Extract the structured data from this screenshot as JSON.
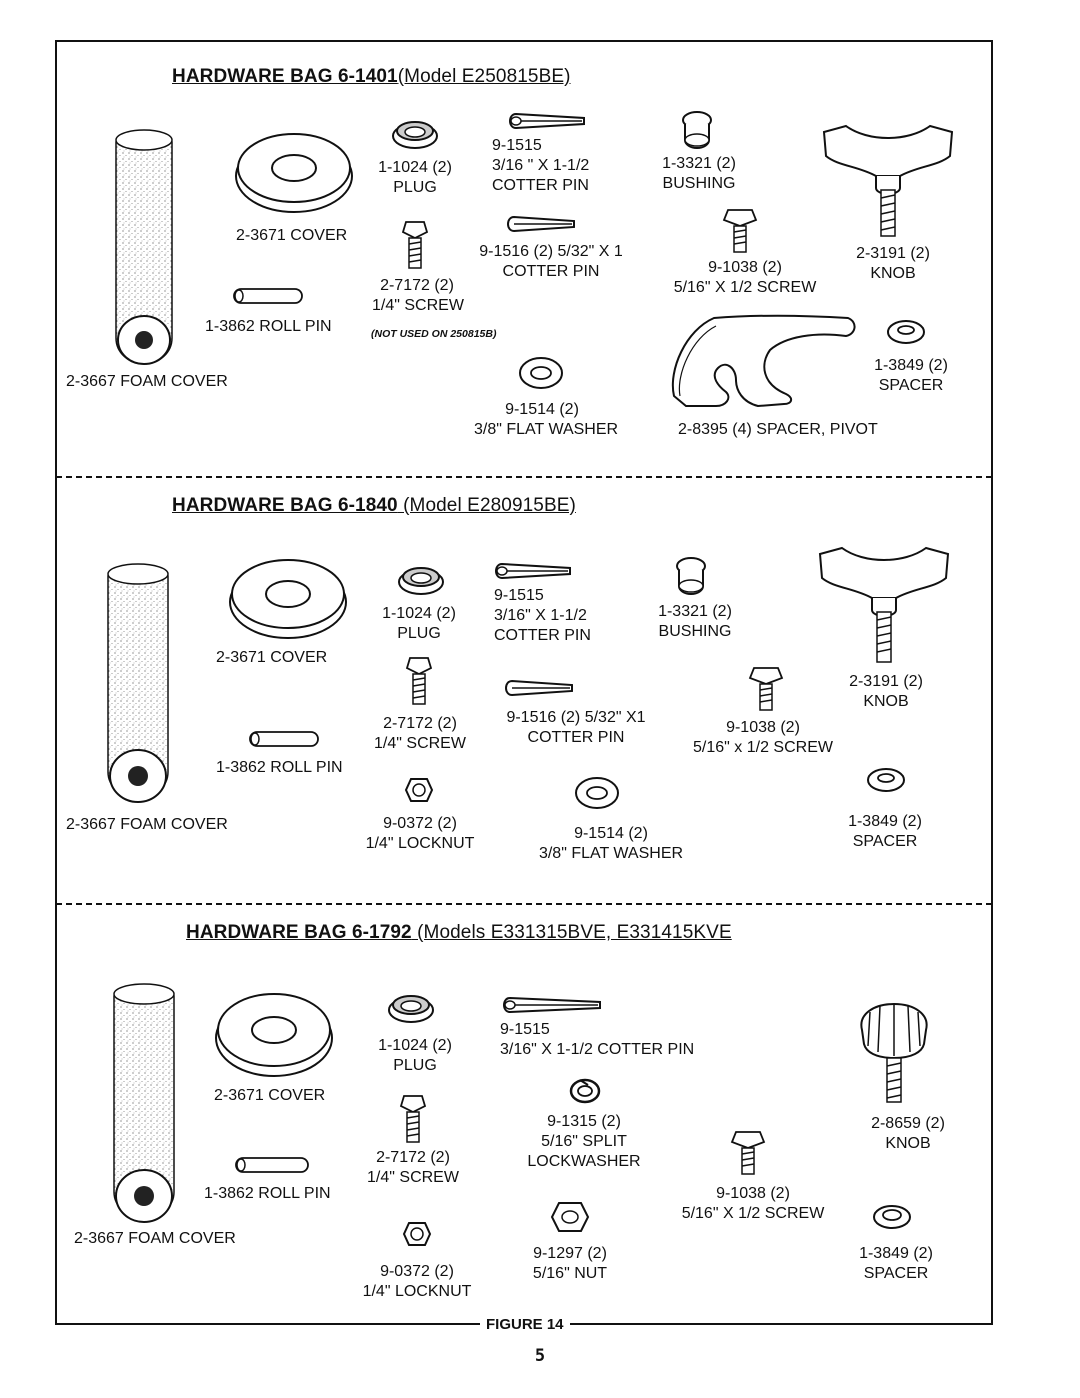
{
  "bag1": {
    "title_part": "HARDWARE BAG 6-1401",
    "model": "(Model E250815BE)",
    "labels": {
      "foam_cover": "2-3667 FOAM COVER",
      "cover": "2-3671 COVER",
      "roll_pin": "1-3862 ROLL PIN",
      "plug_num": "1-1024 (2)",
      "plug_name": "PLUG",
      "screw_num": "2-7172 (2)",
      "screw_name": "1/4\" SCREW",
      "not_used": "(NOT USED ON 250815B)",
      "cotter1_num": "9-1515",
      "cotter1_size": "3/16 \" X 1-1/2",
      "cotter1_name": "COTTER PIN",
      "cotter2_line": "9-1516 (2) 5/32\" X 1",
      "cotter2_name": "COTTER PIN",
      "washer_num": "9-1514 (2)",
      "washer_name": "3/8\" FLAT WASHER",
      "bushing_num": "1-3321 (2)",
      "bushing_name": "BUSHING",
      "hexscrew_num": "9-1038 (2)",
      "hexscrew_name": "5/16\" X 1/2 SCREW",
      "knob_num": "2-3191 (2)",
      "knob_name": "KNOB",
      "spacer_num": "1-3849 (2)",
      "spacer_name": "SPACER",
      "pivot": "2-8395 (4)  SPACER, PIVOT"
    }
  },
  "bag2": {
    "title_part": "HARDWARE BAG 6-1840",
    "model": " (Model E280915BE)",
    "labels": {
      "foam_cover": "2-3667 FOAM COVER",
      "cover": "2-3671 COVER",
      "roll_pin": "1-3862 ROLL PIN",
      "plug_num": "1-1024 (2)",
      "plug_name": "PLUG",
      "screw_num": "2-7172 (2)",
      "screw_name": "1/4\" SCREW",
      "locknut_num": "9-0372 (2)",
      "locknut_name": "1/4\" LOCKNUT",
      "cotter1_num": "9-1515",
      "cotter1_size": "3/16\" X 1-1/2",
      "cotter1_name": "COTTER PIN",
      "cotter2_line": "9-1516 (2) 5/32\" X1",
      "cotter2_name": "COTTER PIN",
      "washer_num": "9-1514 (2)",
      "washer_name": "3/8\" FLAT WASHER",
      "bushing_num": "1-3321 (2)",
      "bushing_name": "BUSHING",
      "hexscrew_num": "9-1038 (2)",
      "hexscrew_name": "5/16\" x 1/2 SCREW",
      "knob_num": "2-3191 (2)",
      "knob_name": "KNOB",
      "spacer_num": "1-3849 (2)",
      "spacer_name": "SPACER"
    }
  },
  "bag3": {
    "title_part": "HARDWARE BAG 6-1792",
    "model": " (Models E331315BVE, E331415KVE",
    "labels": {
      "foam_cover": "2-3667 FOAM COVER",
      "cover": "2-3671 COVER",
      "roll_pin": "1-3862 ROLL PIN",
      "plug_num": "1-1024 (2)",
      "plug_name": "PLUG",
      "screw_num": "2-7172 (2)",
      "screw_name": "1/4\" SCREW",
      "locknut_num": "9-0372 (2)",
      "locknut_name": "1/4\" LOCKNUT",
      "cotter1_num": "9-1515",
      "cotter1_name": "3/16\" X 1-1/2 COTTER PIN",
      "lockwasher_num": "9-1315 (2)",
      "lockwasher_size": "5/16\" SPLIT",
      "lockwasher_name": "LOCKWASHER",
      "nut_num": "9-1297 (2)",
      "nut_name": "5/16\" NUT",
      "hexscrew_num": "9-1038 (2)",
      "hexscrew_name": "5/16\" X 1/2 SCREW",
      "knob_num": "2-8659 (2)",
      "knob_name": "KNOB",
      "spacer_num": "1-3849 (2)",
      "spacer_name": "SPACER"
    }
  },
  "figure_caption": "FIGURE 14",
  "page_number": "5"
}
